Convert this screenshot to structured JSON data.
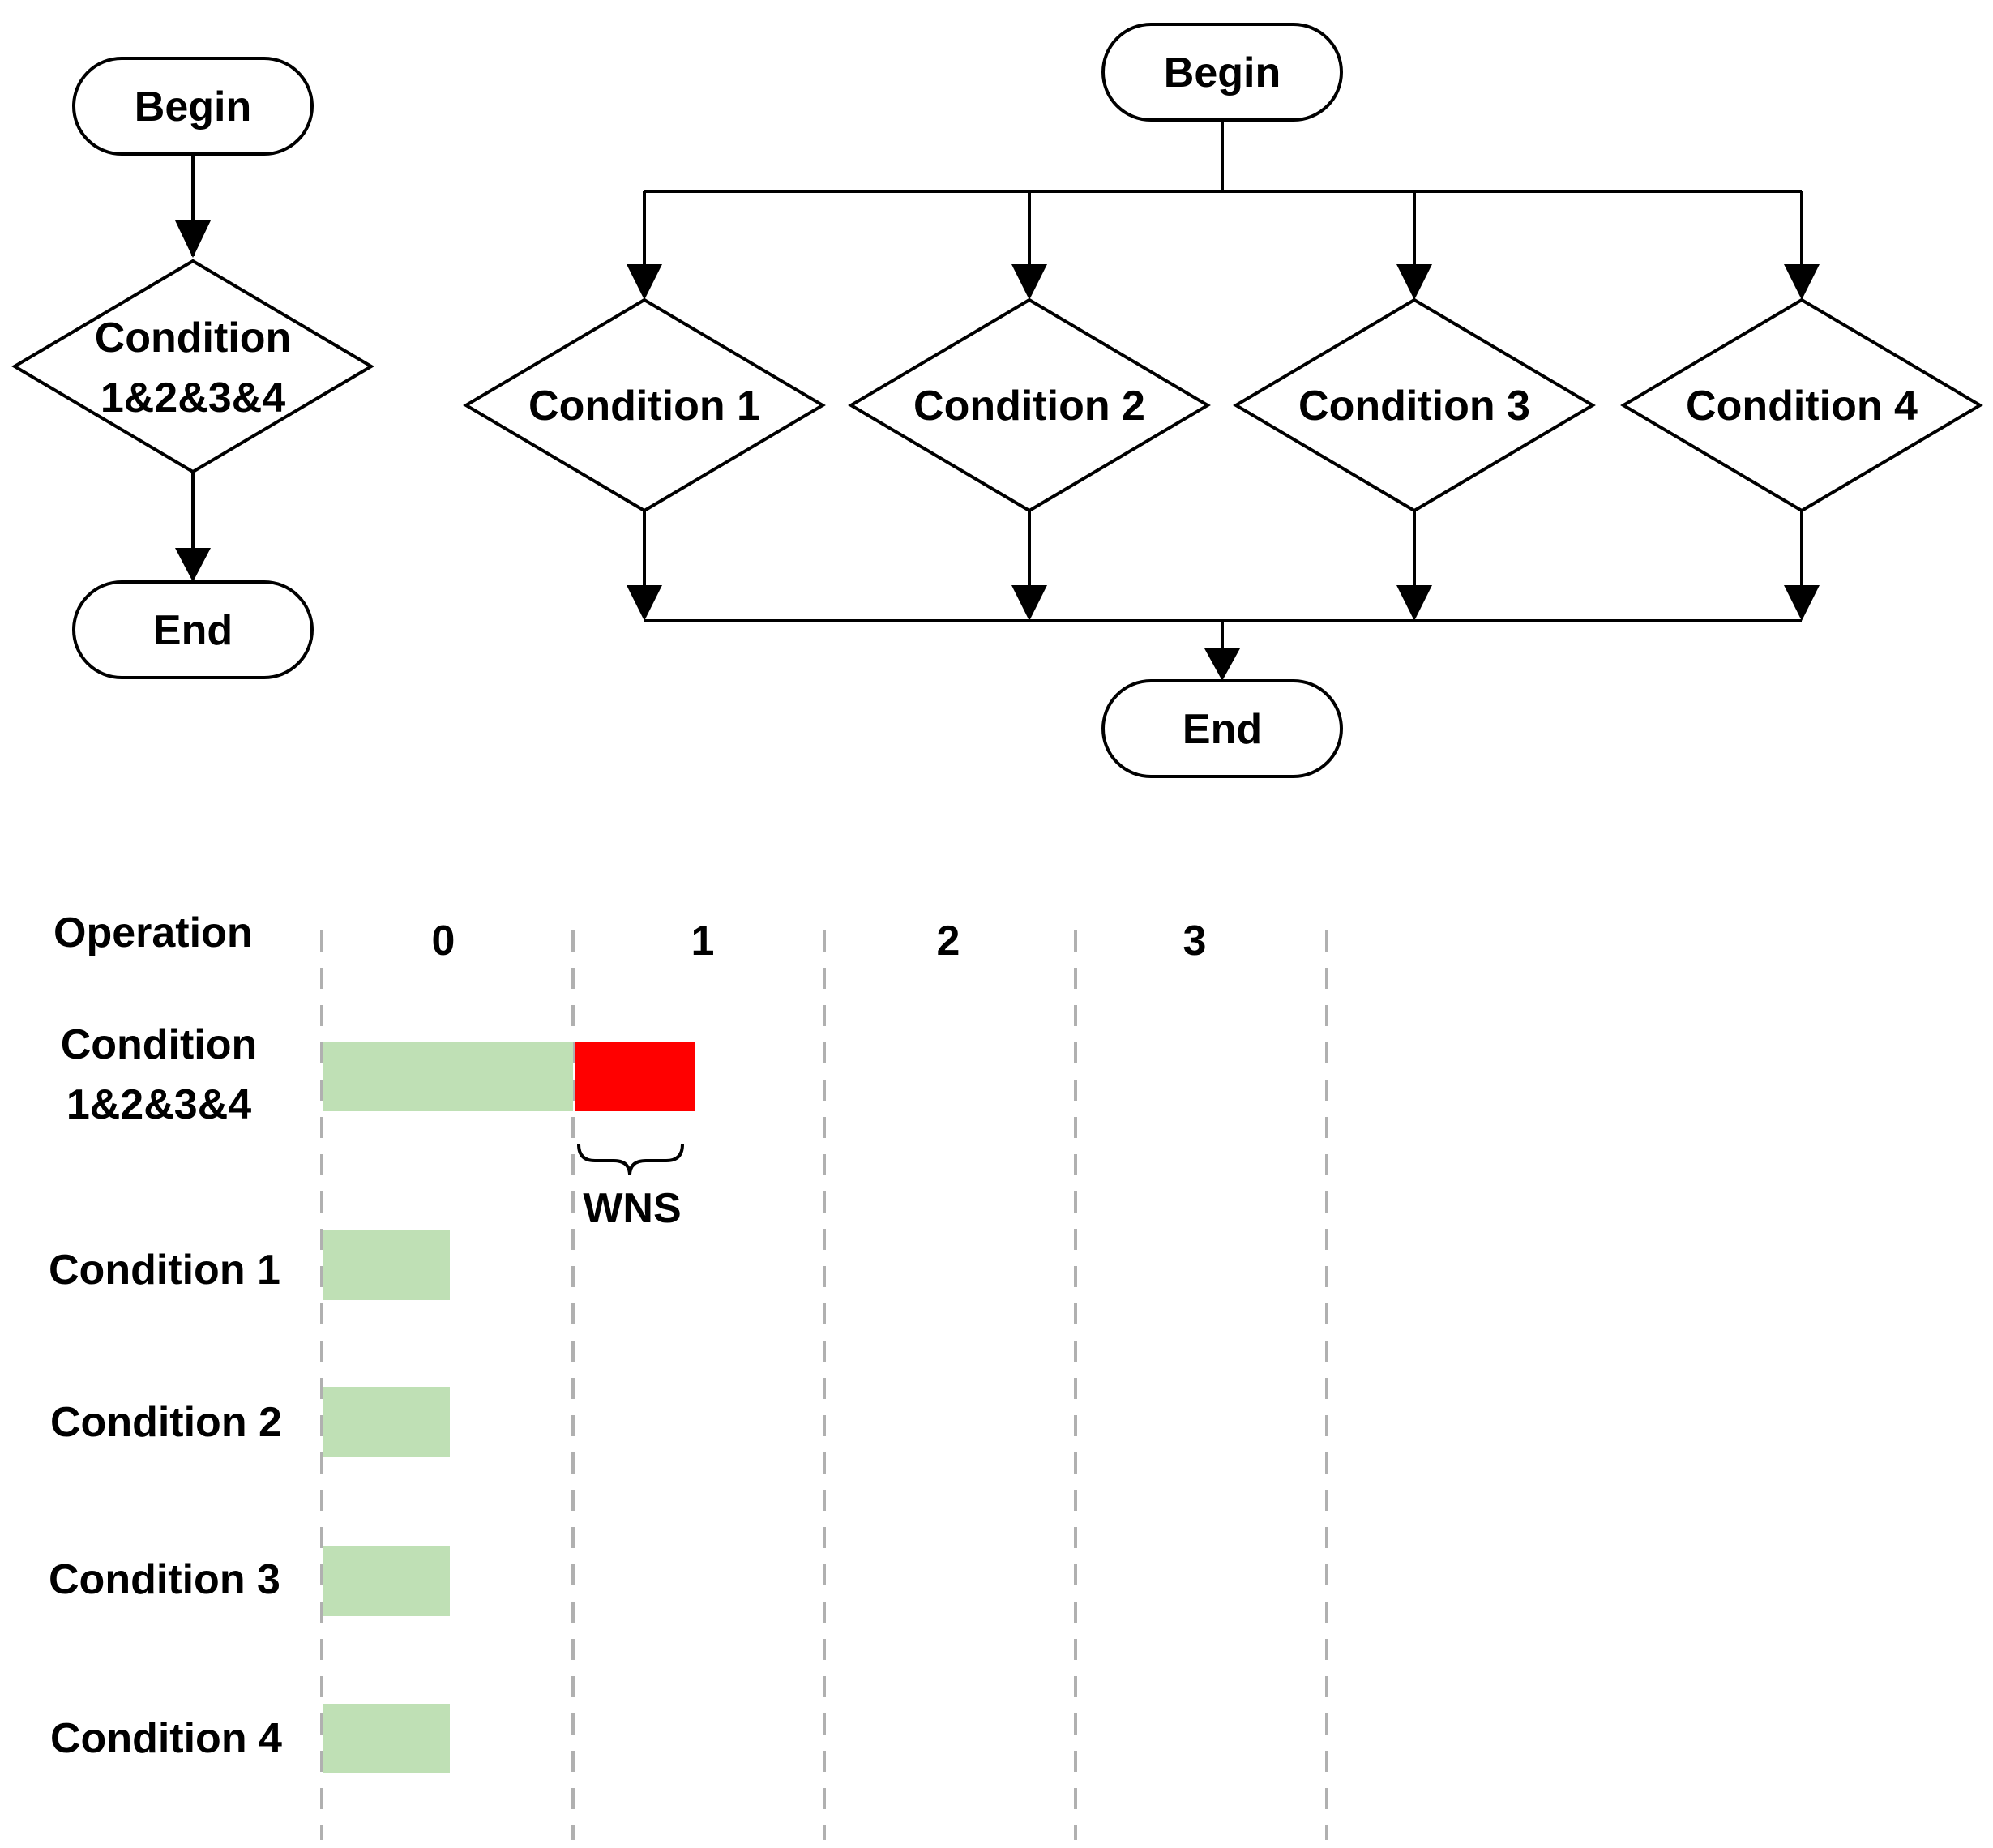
{
  "flowchart_left": {
    "begin_label": "Begin",
    "condition_label_line1": "Condition",
    "condition_label_line2": "1&2&3&4",
    "end_label": "End"
  },
  "flowchart_right": {
    "begin_label": "Begin",
    "conditions": [
      "Condition 1",
      "Condition 2",
      "Condition 3",
      "Condition 4"
    ],
    "end_label": "End"
  },
  "timing": {
    "header_label": "Operation",
    "columns": [
      "0",
      "1",
      "2",
      "3"
    ],
    "rows": [
      {
        "label_line1": "Condition",
        "label_line2": "1&2&3&4"
      },
      {
        "label_line1": "Condition 1",
        "label_line2": ""
      },
      {
        "label_line1": "Condition 2",
        "label_line2": ""
      },
      {
        "label_line1": "Condition 3",
        "label_line2": ""
      },
      {
        "label_line1": "Condition 4",
        "label_line2": ""
      }
    ],
    "wns_label": "WNS",
    "colors": {
      "ok": "#bfe0b5",
      "violation": "#ff0000",
      "grid": "#b0b0b0"
    }
  }
}
